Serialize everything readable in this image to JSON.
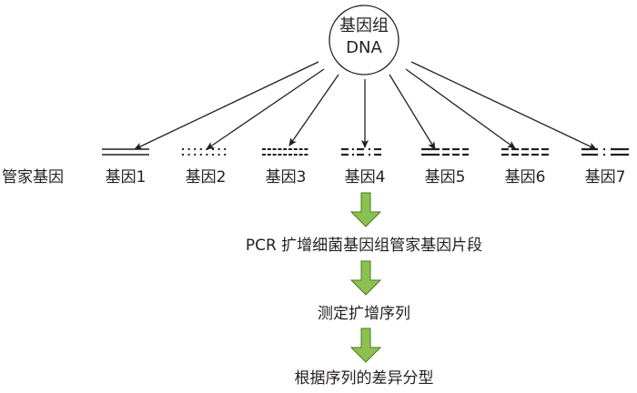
{
  "root": {
    "line1": "基因组",
    "line2": "DNA"
  },
  "row_label": "管家基因",
  "genes": [
    {
      "label": "基因1",
      "pattern": "double-solid"
    },
    {
      "label": "基因2",
      "pattern": "double-dotted"
    },
    {
      "label": "基因3",
      "pattern": "double-dashed-fine"
    },
    {
      "label": "基因4",
      "pattern": "double-dash-dot"
    },
    {
      "label": "基因5",
      "pattern": "double-long-then-dashes"
    },
    {
      "label": "基因6",
      "pattern": "double-dashes"
    },
    {
      "label": "基因7",
      "pattern": "double-long-dot-long"
    }
  ],
  "steps": [
    "PCR 扩增细菌基因组管家基因片段",
    "测定扩增序列",
    "根据序列的差异分型"
  ],
  "colors": {
    "ink": "#231f20",
    "arrow_fill": "#8cc152",
    "arrow_stroke": "#4a7a1e"
  }
}
